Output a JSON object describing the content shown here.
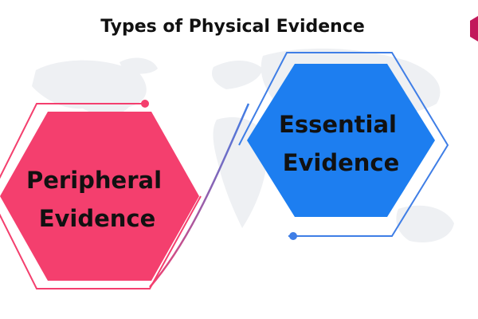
{
  "title": "Types of Physical Evidence",
  "nodes": {
    "peripheral": {
      "line1": "Peripheral",
      "line2": "Evidence"
    },
    "essential": {
      "line1": "Essential",
      "line2": "Evidence"
    }
  },
  "colors": {
    "background": "#ffffff",
    "map": "#eef0f3",
    "title": "#111111",
    "peripheral_fill": "#f43f6e",
    "peripheral_outline": "#f43f6e",
    "essential_fill": "#1d7ef0",
    "essential_outline": "#3f7ee6",
    "connector_start": "#f43f6e",
    "connector_end": "#3f7ee6",
    "label_text": "#111111",
    "logo": "#c2185b"
  }
}
